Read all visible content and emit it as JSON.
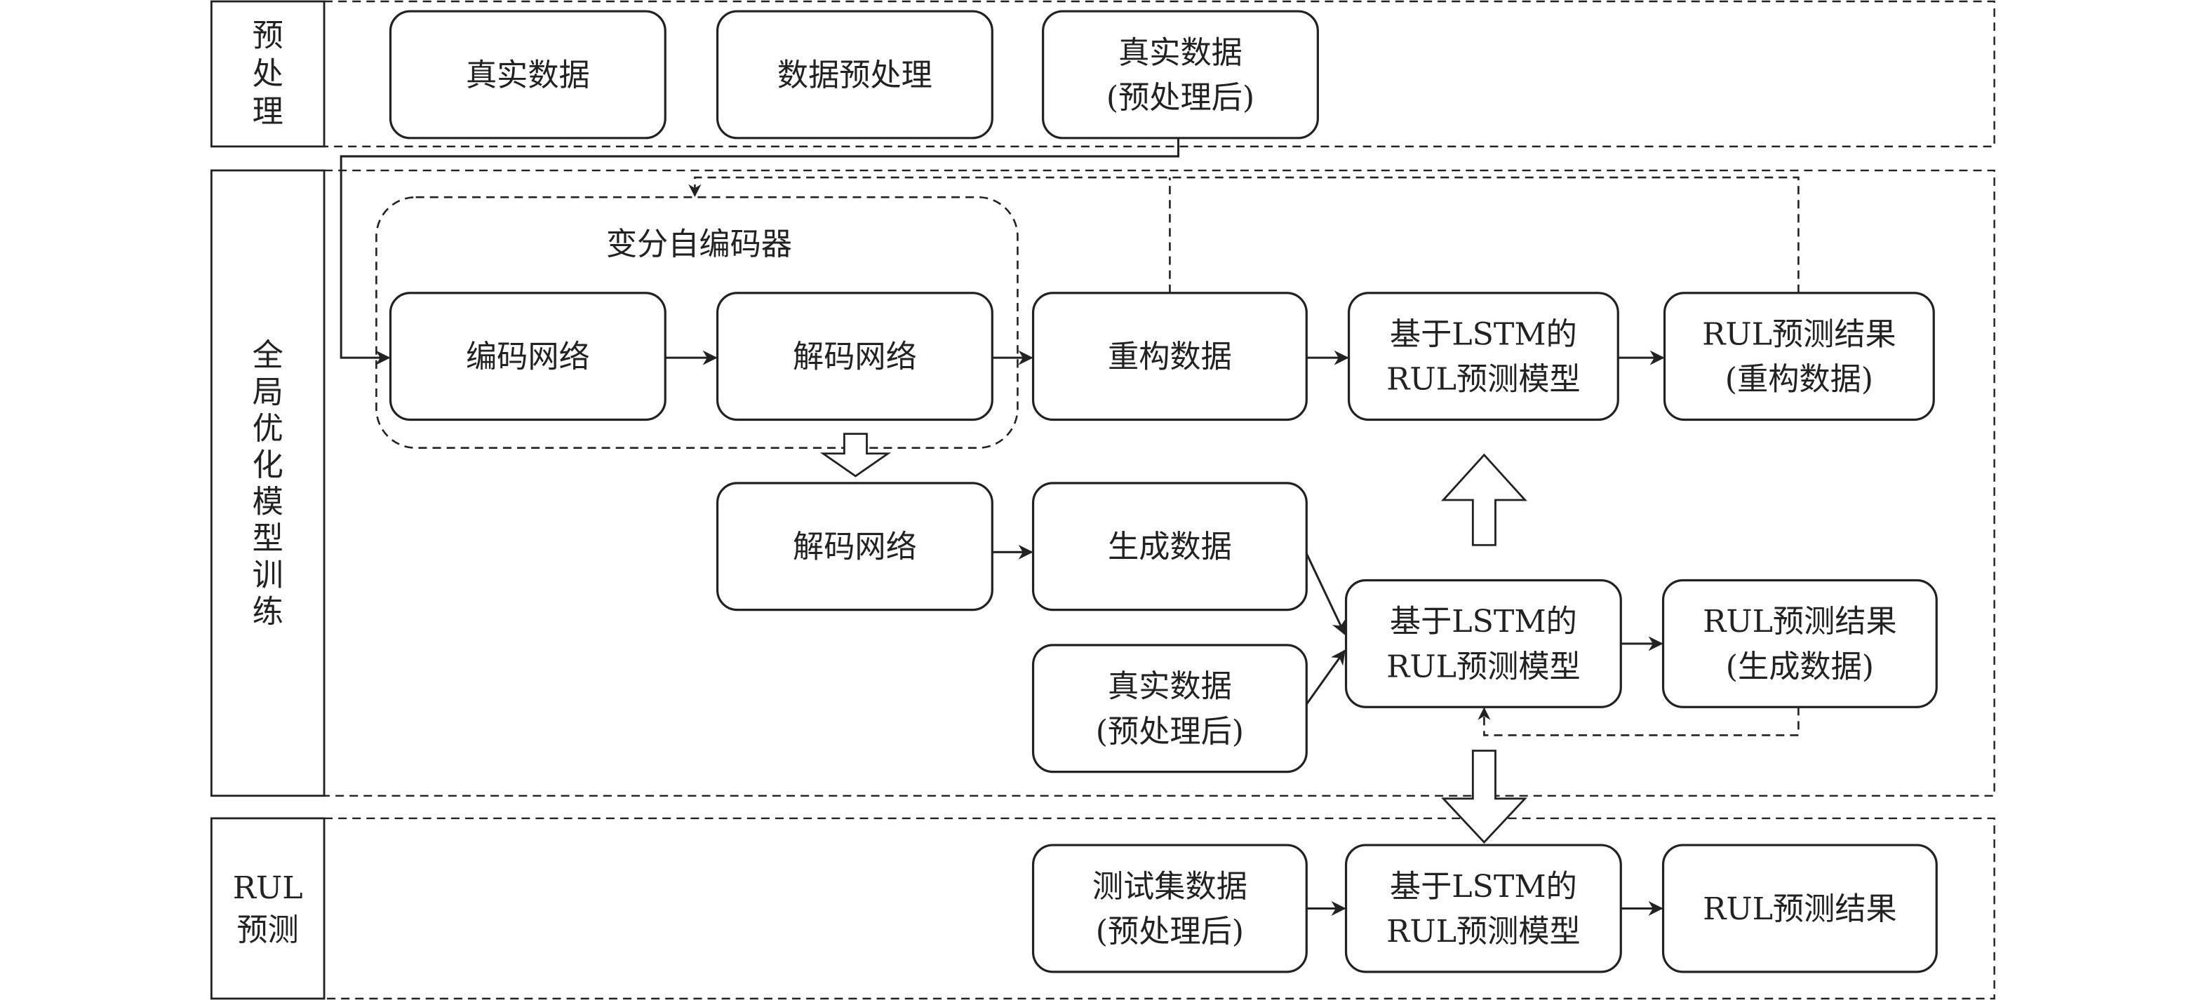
{
  "sections": {
    "preprocess": {
      "label": [
        "预",
        "处",
        "理"
      ]
    },
    "training": {
      "label": [
        "全",
        "局",
        "优",
        "化",
        "模",
        "型",
        "训",
        "练"
      ]
    },
    "prediction": {
      "label": [
        "RUL",
        "预测"
      ]
    }
  },
  "groups": {
    "vae": {
      "label": "变分自编码器"
    }
  },
  "nodes": {
    "real_data": {
      "lines": [
        "真实数据"
      ]
    },
    "data_preprocessing": {
      "lines": [
        "数据预处理"
      ]
    },
    "real_data_preprocessed_top": {
      "lines": [
        "真实数据",
        "(预处理后)"
      ]
    },
    "encoder": {
      "lines": [
        "编码网络"
      ]
    },
    "decoder_vae": {
      "lines": [
        "解码网络"
      ]
    },
    "reconstructed_data": {
      "lines": [
        "重构数据"
      ]
    },
    "lstm_model_recon": {
      "lines": [
        "基于LSTM的",
        "RUL预测模型"
      ]
    },
    "rul_result_recon": {
      "lines": [
        "RUL预测结果",
        "(重构数据)"
      ]
    },
    "decoder_gen": {
      "lines": [
        "解码网络"
      ]
    },
    "generated_data": {
      "lines": [
        "生成数据"
      ]
    },
    "real_data_preprocessed_mid": {
      "lines": [
        "真实数据",
        "(预处理后)"
      ]
    },
    "lstm_model_gen": {
      "lines": [
        "基于LSTM的",
        "RUL预测模型"
      ]
    },
    "rul_result_gen": {
      "lines": [
        "RUL预测结果",
        "(生成数据)"
      ]
    },
    "test_data": {
      "lines": [
        "测试集数据",
        "(预处理后)"
      ]
    },
    "lstm_model_test": {
      "lines": [
        "基于LSTM的",
        "RUL预测模型"
      ]
    },
    "rul_result_final": {
      "lines": [
        "RUL预测结果"
      ]
    }
  }
}
